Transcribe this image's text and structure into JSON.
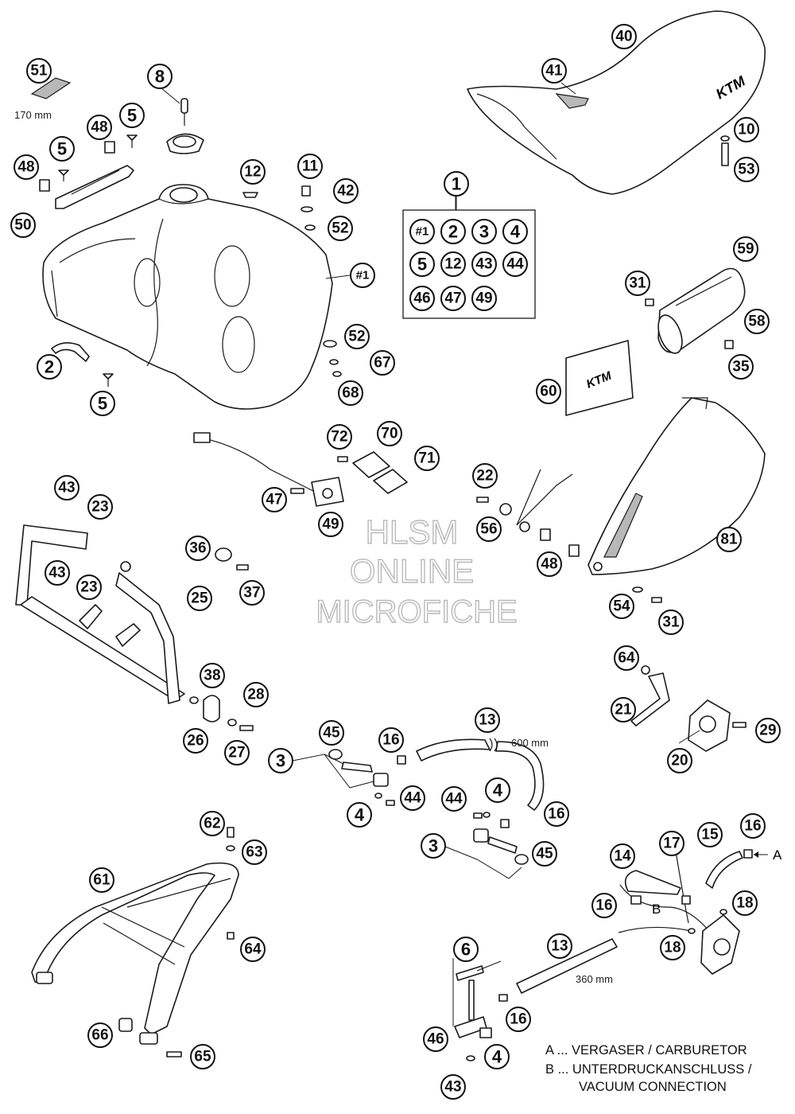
{
  "dimensions": {
    "strip_length": "170 mm",
    "hose_long": "600 mm",
    "hose_short": "360 mm"
  },
  "watermark": [
    "HLSM",
    "ONLINE",
    "MICROFICHE"
  ],
  "legend": {
    "line_a": "A ... VERGASER / CARBURETOR",
    "line_b": "B ... UNTERDRUCKANSCHLUSS /",
    "line_b2": "VACUUM CONNECTION"
  },
  "kit": {
    "number": "1",
    "items": [
      "#1",
      "2",
      "3",
      "4",
      "5",
      "12",
      "43",
      "44",
      "46",
      "47",
      "49"
    ]
  },
  "callouts": [
    {
      "id": "c-51",
      "label": "51"
    },
    {
      "id": "c-8",
      "label": "8"
    },
    {
      "id": "c-48a",
      "label": "48"
    },
    {
      "id": "c-5a",
      "label": "5"
    },
    {
      "id": "c-5b",
      "label": "5"
    },
    {
      "id": "c-48b",
      "label": "48"
    },
    {
      "id": "c-50",
      "label": "50"
    },
    {
      "id": "c-12",
      "label": "12"
    },
    {
      "id": "c-11",
      "label": "11"
    },
    {
      "id": "c-42",
      "label": "42"
    },
    {
      "id": "c-52a",
      "label": "52"
    },
    {
      "id": "c-h1",
      "label": "#1"
    },
    {
      "id": "c-52b",
      "label": "52"
    },
    {
      "id": "c-67",
      "label": "67"
    },
    {
      "id": "c-68",
      "label": "68"
    },
    {
      "id": "c-2",
      "label": "2"
    },
    {
      "id": "c-5c",
      "label": "5"
    },
    {
      "id": "c-40",
      "label": "40"
    },
    {
      "id": "c-41",
      "label": "41"
    },
    {
      "id": "c-10",
      "label": "10"
    },
    {
      "id": "c-53",
      "label": "53"
    },
    {
      "id": "c-59",
      "label": "59"
    },
    {
      "id": "c-31a",
      "label": "31"
    },
    {
      "id": "c-58",
      "label": "58"
    },
    {
      "id": "c-35",
      "label": "35"
    },
    {
      "id": "c-60",
      "label": "60"
    },
    {
      "id": "c-72",
      "label": "72"
    },
    {
      "id": "c-70",
      "label": "70"
    },
    {
      "id": "c-71",
      "label": "71"
    },
    {
      "id": "c-47",
      "label": "47"
    },
    {
      "id": "c-49",
      "label": "49"
    },
    {
      "id": "c-22",
      "label": "22"
    },
    {
      "id": "c-56",
      "label": "56"
    },
    {
      "id": "c-48c",
      "label": "48"
    },
    {
      "id": "c-81",
      "label": "81"
    },
    {
      "id": "c-54",
      "label": "54"
    },
    {
      "id": "c-31b",
      "label": "31"
    },
    {
      "id": "c-43a",
      "label": "43"
    },
    {
      "id": "c-23a",
      "label": "23"
    },
    {
      "id": "c-43b",
      "label": "43"
    },
    {
      "id": "c-23b",
      "label": "23"
    },
    {
      "id": "c-36",
      "label": "36"
    },
    {
      "id": "c-37",
      "label": "37"
    },
    {
      "id": "c-25",
      "label": "25"
    },
    {
      "id": "c-38",
      "label": "38"
    },
    {
      "id": "c-28",
      "label": "28"
    },
    {
      "id": "c-26",
      "label": "26"
    },
    {
      "id": "c-27",
      "label": "27"
    },
    {
      "id": "c-64a",
      "label": "64"
    },
    {
      "id": "c-21",
      "label": "21"
    },
    {
      "id": "c-29",
      "label": "29"
    },
    {
      "id": "c-20",
      "label": "20"
    },
    {
      "id": "c-45a",
      "label": "45"
    },
    {
      "id": "c-16a",
      "label": "16"
    },
    {
      "id": "c-13a",
      "label": "13"
    },
    {
      "id": "c-3a",
      "label": "3"
    },
    {
      "id": "c-4a",
      "label": "4"
    },
    {
      "id": "c-44a",
      "label": "44"
    },
    {
      "id": "c-44b",
      "label": "44"
    },
    {
      "id": "c-4b",
      "label": "4"
    },
    {
      "id": "c-16b",
      "label": "16"
    },
    {
      "id": "c-3b",
      "label": "3"
    },
    {
      "id": "c-45b",
      "label": "45"
    },
    {
      "id": "c-62",
      "label": "62"
    },
    {
      "id": "c-63",
      "label": "63"
    },
    {
      "id": "c-61",
      "label": "61"
    },
    {
      "id": "c-64b",
      "label": "64"
    },
    {
      "id": "c-66",
      "label": "66"
    },
    {
      "id": "c-65",
      "label": "65"
    },
    {
      "id": "c-14",
      "label": "14"
    },
    {
      "id": "c-17",
      "label": "17"
    },
    {
      "id": "c-15",
      "label": "15"
    },
    {
      "id": "c-16c",
      "label": "16"
    },
    {
      "id": "c-16d",
      "label": "16"
    },
    {
      "id": "c-18a",
      "label": "18"
    },
    {
      "id": "c-13b",
      "label": "13"
    },
    {
      "id": "c-18b",
      "label": "18"
    },
    {
      "id": "c-6",
      "label": "6"
    },
    {
      "id": "c-16e",
      "label": "16"
    },
    {
      "id": "c-46",
      "label": "46"
    },
    {
      "id": "c-4c",
      "label": "4"
    },
    {
      "id": "c-43c",
      "label": "43"
    }
  ],
  "connection_labels": {
    "a": "A",
    "b": "B"
  },
  "brand_marks": [
    "KTM",
    "KTM"
  ]
}
